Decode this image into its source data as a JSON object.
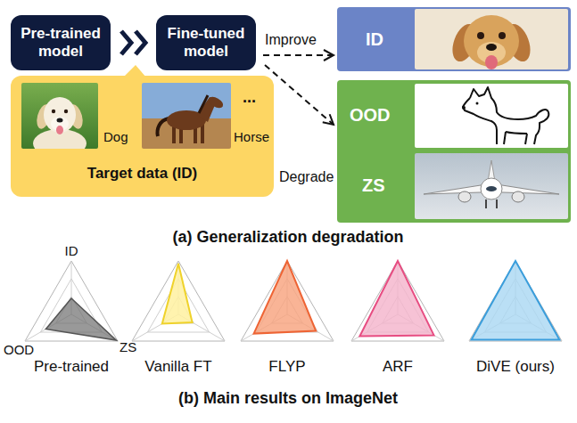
{
  "diagram": {
    "nodes": [
      {
        "text": [
          "Pre-trained model"
        ]
      },
      {
        "text": [
          "Fine-tuned model"
        ]
      },
      {
        "text": [
          "Dog",
          "Horse",
          "...",
          "Target data (ID)"
        ]
      },
      {
        "text": [
          "ID"
        ]
      },
      {
        "text": [
          "OOD",
          "ZS"
        ]
      }
    ],
    "edges": [
      {
        "from": 0,
        "to": 1,
        "arrow": "to"
      },
      {
        "from": 1,
        "to": 3,
        "label": "Improve",
        "arrow": "to"
      },
      {
        "from": 1,
        "to": 4,
        "label": "Degrade",
        "arrow": "to"
      }
    ],
    "labels": [
      "(a) Generalization degradation",
      "ID",
      "OOD",
      "ZS",
      "Pre-trained",
      "Vanilla FT",
      "FLYP",
      "ARF",
      "DiVE (ours)",
      "(b) Main results on ImageNet"
    ]
  }
}
